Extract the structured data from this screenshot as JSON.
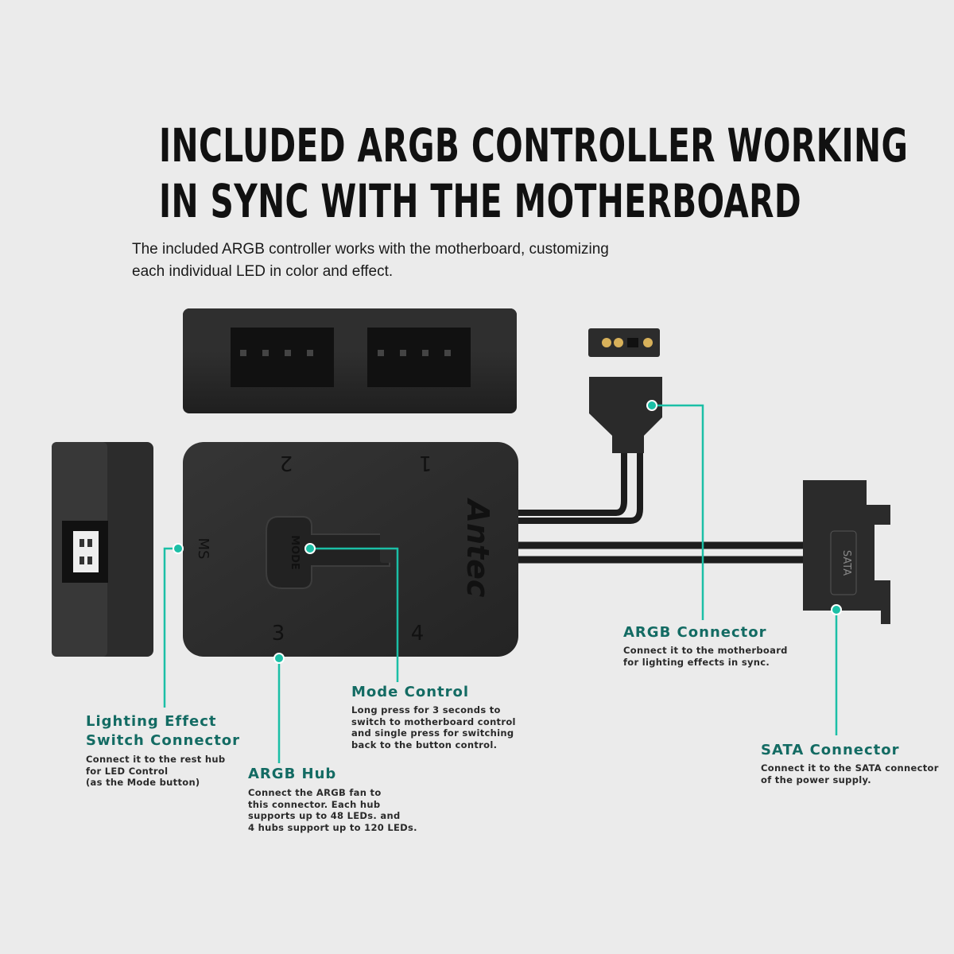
{
  "title_lines": [
    "INCLUDED ARGB CONTROLLER WORKING",
    "IN SYNC WITH THE MOTHERBOARD"
  ],
  "subtitle": "The included ARGB controller works with the motherboard, customizing\neach individual LED in color and effect.",
  "device": {
    "brand": "Antec",
    "port_labels": [
      "1",
      "2",
      "3",
      "4"
    ],
    "ms_label": "MS",
    "mode_button_label": "MODE",
    "sata_label": "SATA"
  },
  "callouts": {
    "argb_connector": {
      "title": "ARGB Connector",
      "body": "Connect it to the motherboard\nfor lighting effects in sync."
    },
    "mode_control": {
      "title": "Mode Control",
      "body": "Long press for 3 seconds to\nswitch to motherboard control\nand single press for switching\nback to the button control."
    },
    "lighting_effect": {
      "title_line1": "Lighting Effect",
      "title_line2": "Switch Connector",
      "body": "Connect it to the rest hub\nfor LED Control\n(as the Mode button)"
    },
    "argb_hub": {
      "title": "ARGB Hub",
      "body": "Connect the ARGB fan to\nthis connector. Each hub\nsupports up to 48 LEDs. and\n4 hubs support up to 120 LEDs."
    },
    "sata_connector": {
      "title": "SATA Connector",
      "body": "Connect it to the SATA connector\nof the power supply."
    }
  },
  "colors": {
    "accent": "#1bbfa6",
    "heading": "#136b63",
    "device": "#2b2b2b"
  }
}
